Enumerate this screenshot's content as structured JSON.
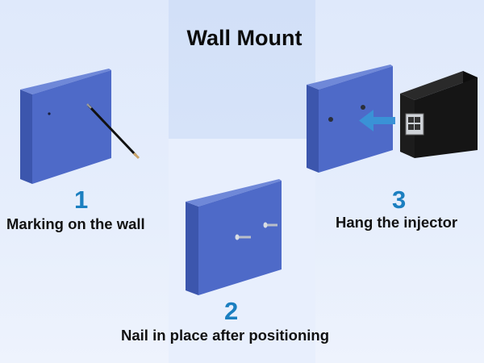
{
  "title": "Wall Mount",
  "steps": [
    {
      "number": "1",
      "caption": "Marking on the wall"
    },
    {
      "number": "2",
      "caption": "Nail in place after positioning"
    },
    {
      "number": "3",
      "caption": "Hang the injector"
    }
  ],
  "colors": {
    "wall_face": "#4e6ac8",
    "wall_side": "#3b55ac",
    "step_number": "#1b7fc0",
    "arrow": "#3a92d6",
    "injector_body": "#141414"
  }
}
